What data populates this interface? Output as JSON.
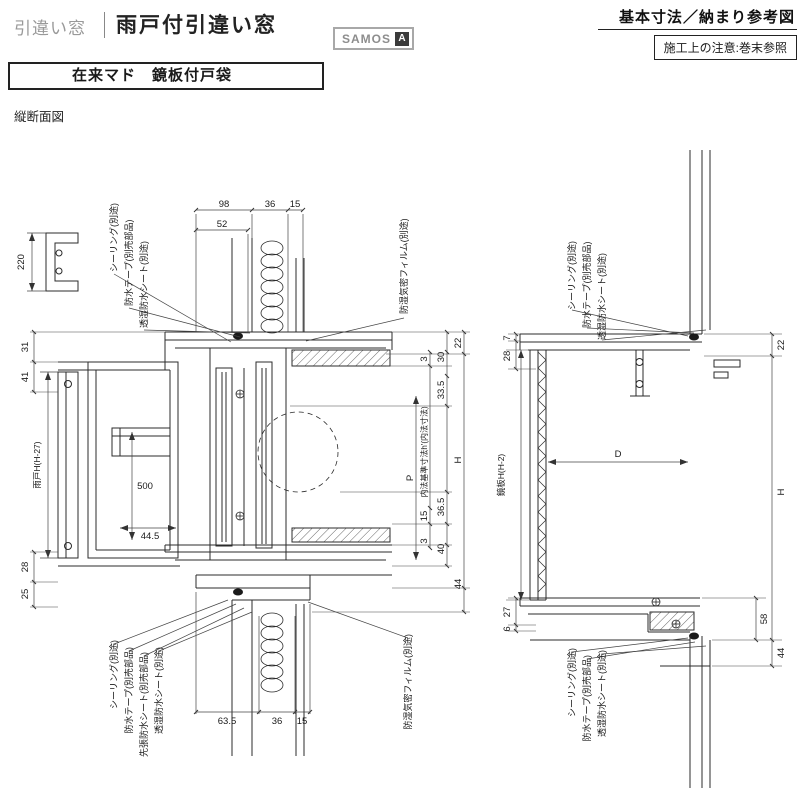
{
  "header": {
    "category": "引違い窓",
    "title": "雨戸付引違い窓",
    "brand": "SAMOS",
    "brand_grade": "A",
    "ref_title": "基本寸法／納まり参考図",
    "note": "施工上の注意:巻末参照",
    "subtype": "在来マド　鏡板付戸袋",
    "view_label": "縦断面図"
  },
  "left": {
    "callouts_top": [
      "シーリング(別途)",
      "防水テープ(別売部品)",
      "透湿防水シート(別途)",
      "防湿気密フィルム(別途)"
    ],
    "callouts_bottom": [
      "シーリング(別途)",
      "防水テープ(別売部品)",
      "先張防水シート(別売部品)",
      "透湿防水シート(別途)",
      "防湿気密フィルム(別途)"
    ],
    "dims": {
      "bracket": "220",
      "top": [
        "98",
        "52",
        "36",
        "15"
      ],
      "left_upper": [
        "31",
        "41"
      ],
      "amado_h": "雨戸H(H-27)",
      "pocket_depth": "500",
      "pocket_width": "44.5",
      "left_lower": [
        "28",
        "25"
      ],
      "right": [
        "22",
        "30",
        "3",
        "33.5",
        "15",
        "36.5",
        "3",
        "40",
        "44"
      ],
      "uchinori": "内法基準寸法h'(内法寸法)",
      "p": "P",
      "h": "H",
      "bottom": [
        "63.5",
        "36",
        "15"
      ]
    }
  },
  "right": {
    "callouts_top": [
      "シーリング(別途)",
      "防水テープ(別売部品)",
      "透湿防水シート(別途)"
    ],
    "callouts_bottom": [
      "シーリング(別途)",
      "防水テープ(別売部品)",
      "透湿防水シート(別途)"
    ],
    "dims": {
      "left_top": [
        "7",
        "28"
      ],
      "right_top": "22",
      "d": "D",
      "h": "H",
      "kagami_h": "鏡板H(H-2)",
      "left_bottom": [
        "27",
        "6"
      ],
      "right_bottom": [
        "58",
        "44"
      ]
    }
  }
}
